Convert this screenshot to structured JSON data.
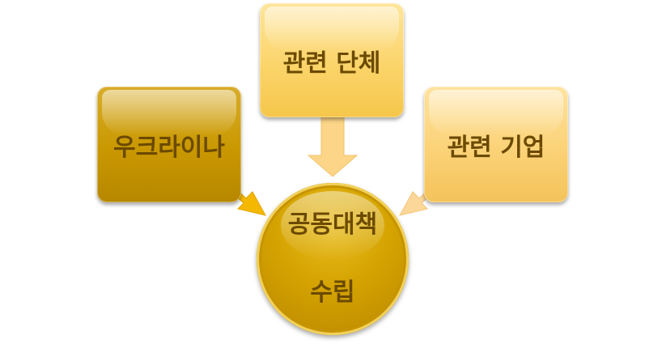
{
  "diagram": {
    "source_left": "우크라이나",
    "source_top": "관련 단체",
    "source_right": "관련 기업",
    "target_line1": "공동대책",
    "target_line2": "수립"
  },
  "colors": {
    "box_dark_gold": "#c99800",
    "box_light_gold": "#fbd46a",
    "circle_gold": "#d4a300",
    "text_brown": "#6b4a00",
    "arrow_dark": "#f0b400",
    "arrow_light": "#fcd588"
  }
}
